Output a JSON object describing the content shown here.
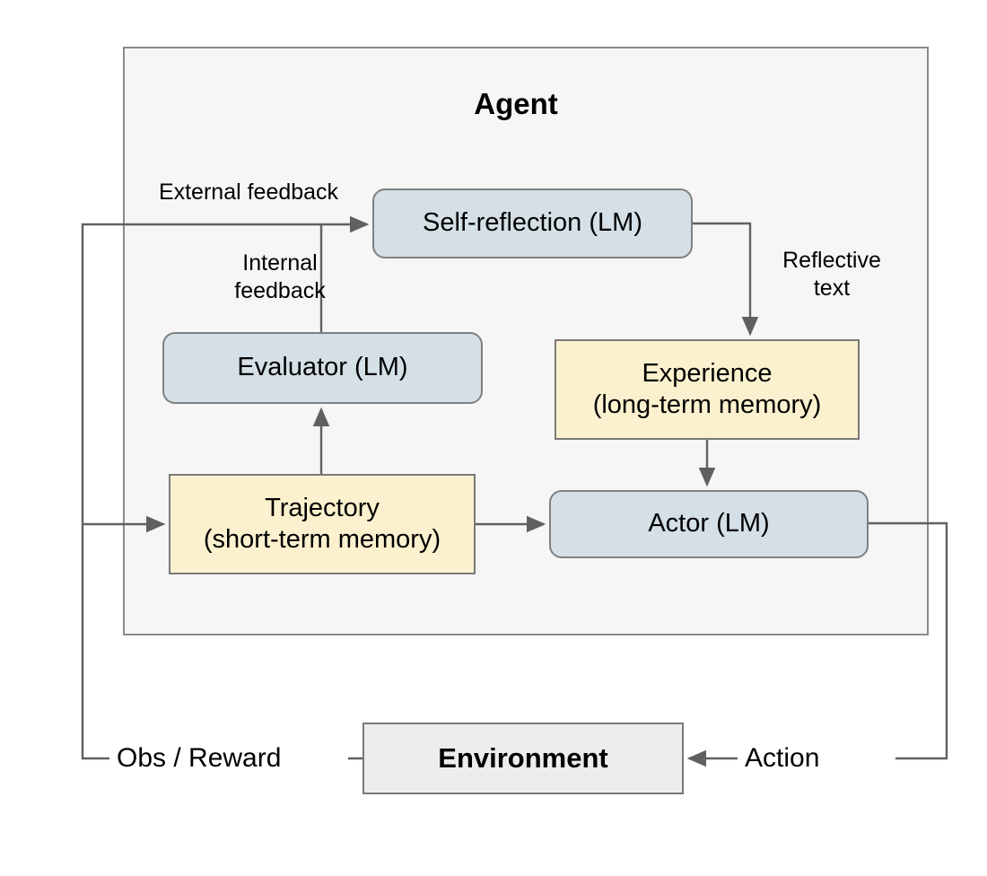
{
  "diagram": {
    "title": "Agent",
    "type": "flow-diagram",
    "colors": {
      "agent_frame_fill": "#f6f6f6",
      "agent_frame_border": "#8a8a8a",
      "lm_node_fill": "#d4dfe6",
      "lm_node_border": "#808080",
      "memory_node_fill": "#fcf1cf",
      "memory_node_border": "#7a7a7a",
      "environment_fill": "#ededed",
      "environment_border": "#7a7a7a",
      "wire_color": "#606060",
      "text_color": "#000000",
      "page_background": "#ffffff"
    },
    "nodes": {
      "self_reflection": {
        "label": "Self-reflection (LM)",
        "kind": "lm"
      },
      "evaluator": {
        "label": "Evaluator (LM)",
        "kind": "lm"
      },
      "actor": {
        "label": "Actor (LM)",
        "kind": "lm"
      },
      "experience": {
        "label_line1": "Experience",
        "label_line2": "(long-term memory)",
        "kind": "memory"
      },
      "trajectory": {
        "label_line1": "Trajectory",
        "label_line2": "(short-term memory)",
        "kind": "memory"
      },
      "environment": {
        "label": "Environment",
        "kind": "environment"
      }
    },
    "edge_labels": {
      "external_feedback": "External feedback",
      "internal_feedback": "Internal\nfeedback",
      "reflective_text": "Reflective\ntext",
      "obs_reward": "Obs / Reward",
      "action": "Action"
    },
    "edges": [
      {
        "from": "environment",
        "to": "self_reflection",
        "label": "External feedback"
      },
      {
        "from": "evaluator",
        "to": "self_reflection",
        "label": "Internal feedback"
      },
      {
        "from": "self_reflection",
        "to": "experience",
        "label": "Reflective text"
      },
      {
        "from": "trajectory",
        "to": "evaluator",
        "label": ""
      },
      {
        "from": "experience",
        "to": "actor",
        "label": ""
      },
      {
        "from": "trajectory",
        "to": "actor",
        "label": ""
      },
      {
        "from": "environment",
        "to": "trajectory",
        "label": "Obs / Reward"
      },
      {
        "from": "actor",
        "to": "environment",
        "label": "Action"
      }
    ]
  }
}
